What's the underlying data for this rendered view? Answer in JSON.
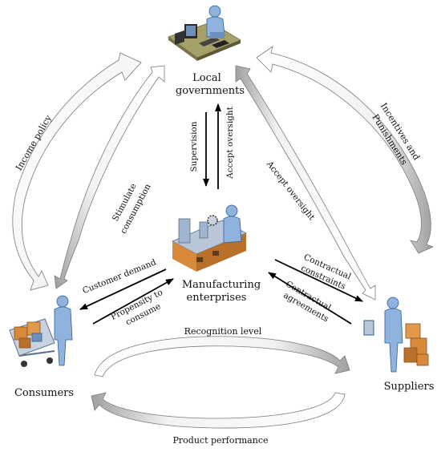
{
  "nodes": {
    "local_governments": {
      "line1": "Local",
      "line2": "governments"
    },
    "manufacturing": {
      "line1": "Manufacturing",
      "line2": "enterprises"
    },
    "consumers": {
      "label": "Consumers"
    },
    "suppliers": {
      "label": "Suppliers"
    }
  },
  "edges": {
    "supervision": "Supervision",
    "accept_oversight_gov": "Accept oversight",
    "accept_oversight_diag": "Accept oversight",
    "customer_demand": "Customer demand",
    "propensity_line1": "Propensity to",
    "propensity_line2": "consume",
    "contractual_constraints_line1": "Contractual",
    "contractual_constraints_line2": "constraints",
    "contractual_agreements_line1": "Contractual",
    "contractual_agreements_line2": "agreements",
    "stimulate_line1": "Stimulate",
    "stimulate_line2": "consumption"
  },
  "cycles": {
    "income_policy": "Income policy",
    "incentives_line1": "Incentives and",
    "incentives_line2": "Punishments",
    "recognition_level": "Recognition level",
    "product_performance": "Product performance"
  },
  "colors": {
    "figure_blue": "#8fb3dc",
    "figure_dark": "#2f5f96",
    "box_orange": "#d88a3a",
    "cycle_fill_start": "#ffffff",
    "cycle_fill_end": "#a9a9a9",
    "arrow_black": "#000000"
  },
  "icons": {
    "local_governments": "person-at-computer-desk-icon",
    "manufacturing": "worker-at-assembly-line-icon",
    "consumers": "shopper-with-cart-icon",
    "suppliers": "worker-with-boxes-icon"
  }
}
